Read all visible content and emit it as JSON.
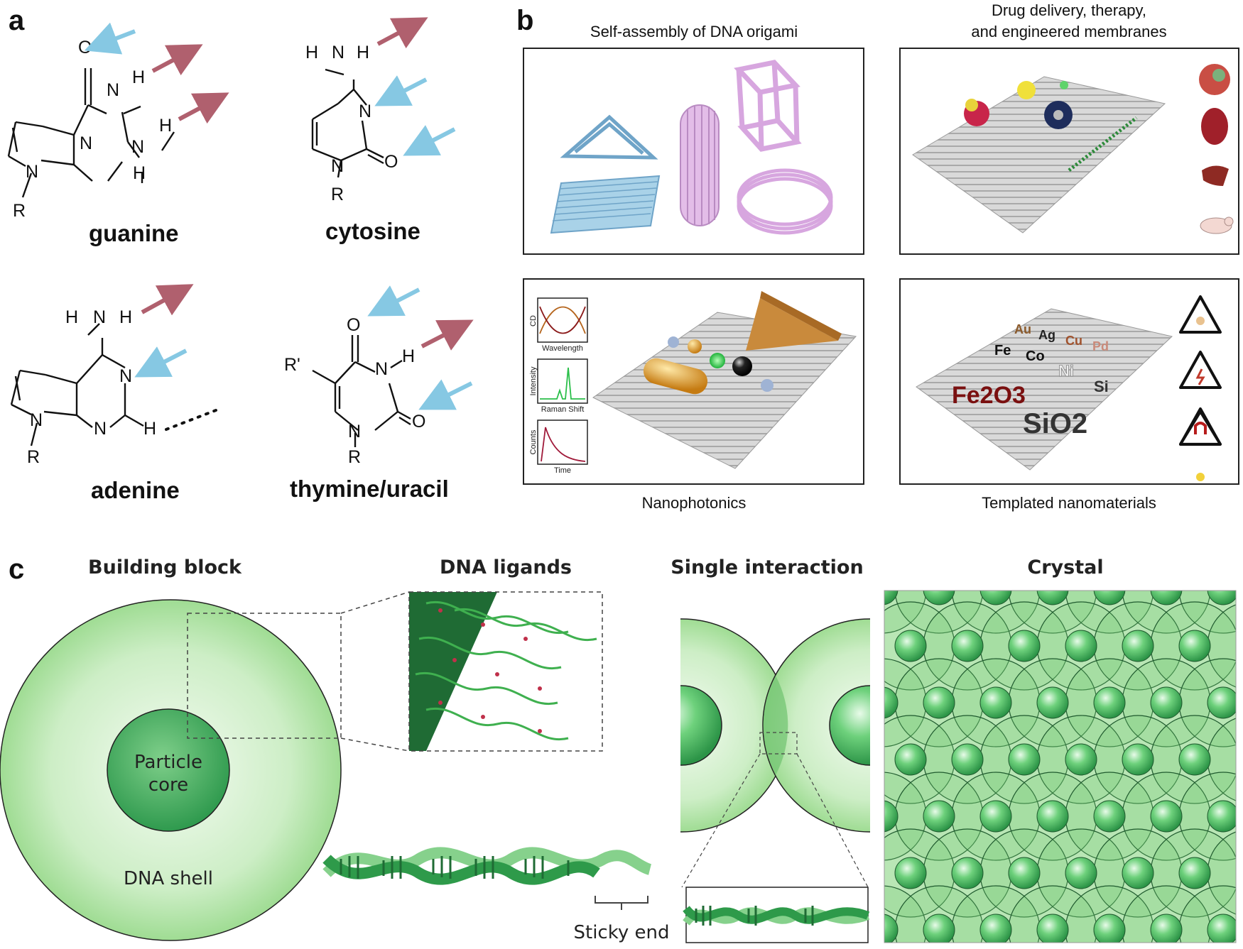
{
  "panel_labels": {
    "a": "a",
    "b": "b",
    "c": "c"
  },
  "panel_a": {
    "bases": [
      "guanine",
      "cytosine",
      "adenine",
      "thymine/uracil"
    ],
    "atoms": {
      "N": "N",
      "H": "H",
      "O": "O",
      "R": "R",
      "R_prime": "R'"
    },
    "colors": {
      "donor_arrow": "#b0606e",
      "acceptor_arrow": "#86c8e3"
    }
  },
  "panel_b": {
    "titles": {
      "top_left": "Self-assembly of DNA origami",
      "top_right_line1": "Drug delivery, therapy,",
      "top_right_line2": "and engineered membranes",
      "bottom_left": "Nanophotonics",
      "bottom_right": "Templated nanomaterials"
    },
    "mini_plots": [
      {
        "ylabel": "CD",
        "xlabel": "Wavelength"
      },
      {
        "ylabel": "Intensity",
        "xlabel": "Raman Shift"
      },
      {
        "ylabel": "Counts",
        "xlabel": "Time"
      }
    ],
    "materials": [
      "Au",
      "Ag",
      "Cu",
      "Pd",
      "Fe",
      "Co",
      "Ni",
      "Si",
      "Fe2O3",
      "SiO2"
    ],
    "icons": [
      "muscle-icon",
      "lightning-icon",
      "magnet-icon",
      "lightbulb-icon"
    ]
  },
  "panel_c": {
    "headings": {
      "building_block": "Building block",
      "dna_ligands": "DNA ligands",
      "single_interaction": "Single interaction",
      "crystal": "Crystal"
    },
    "labels": {
      "particle_core_line1": "Particle",
      "particle_core_line2": "core",
      "dna_shell": "DNA shell",
      "sticky_end": "Sticky end"
    },
    "colors": {
      "shell": "#b9e6b3",
      "core": "#3fa85a",
      "dark_green": "#1f7a3a"
    }
  }
}
